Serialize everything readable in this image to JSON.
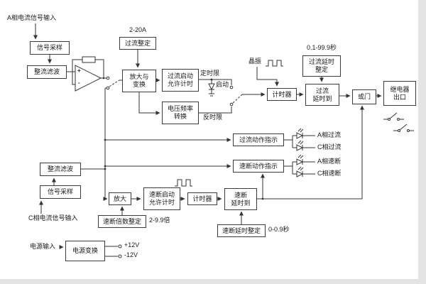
{
  "diagram": {
    "inputs": {
      "phase_a": "A相电流信号输入",
      "phase_c": "C相电流信号输入",
      "power": "电源输入"
    },
    "blocks": {
      "signal_sample_a": "信号采样",
      "rect_filter_a": "整流滤波",
      "oc_setting": "过流整定",
      "amp_convert": "放大与\n变换",
      "oc_start_timer": "过流启动\n允许计时",
      "vf_convert": "电压频率\n转换",
      "oc_delay_setting": "过流延时\n整定",
      "oc_timer": "计时器",
      "oc_delay_reached": "过流\n延时到",
      "or_gate": "或门",
      "relay_out": "继电器\n出口",
      "oc_action_indicator": "过流动作指示",
      "qb_action_indicator": "速断动作指示",
      "rect_filter_c": "整流滤波",
      "signal_sample_c": "信号采样",
      "amp": "放大",
      "qb_start_timer": "速断启动\n允许计时",
      "qb_timer": "计时器",
      "qb_delay_reached": "速断\n延时到",
      "qb_multiple_setting": "速断倍数整定",
      "qb_delay_setting": "速断延时整定",
      "power_convert": "电源变换"
    },
    "annotations": {
      "oc_range": "2-20A",
      "oc_delay_range": "0.1-99.9秒",
      "qb_multiple_range": "2-9.9倍",
      "qb_delay_range": "0-0.9秒",
      "definite_time": "定时限",
      "inverse_time": "反时限",
      "start": "启动",
      "crystal": "晶振",
      "v_plus": "+12V",
      "v_minus": "-12V",
      "opamp_plus": "+",
      "opamp_minus": "-"
    },
    "indicators": {
      "a_overcurrent": "A相过流",
      "c_overcurrent": "C相过流",
      "a_quickbreak": "A相速断",
      "c_quickbreak": "C相速断"
    }
  }
}
